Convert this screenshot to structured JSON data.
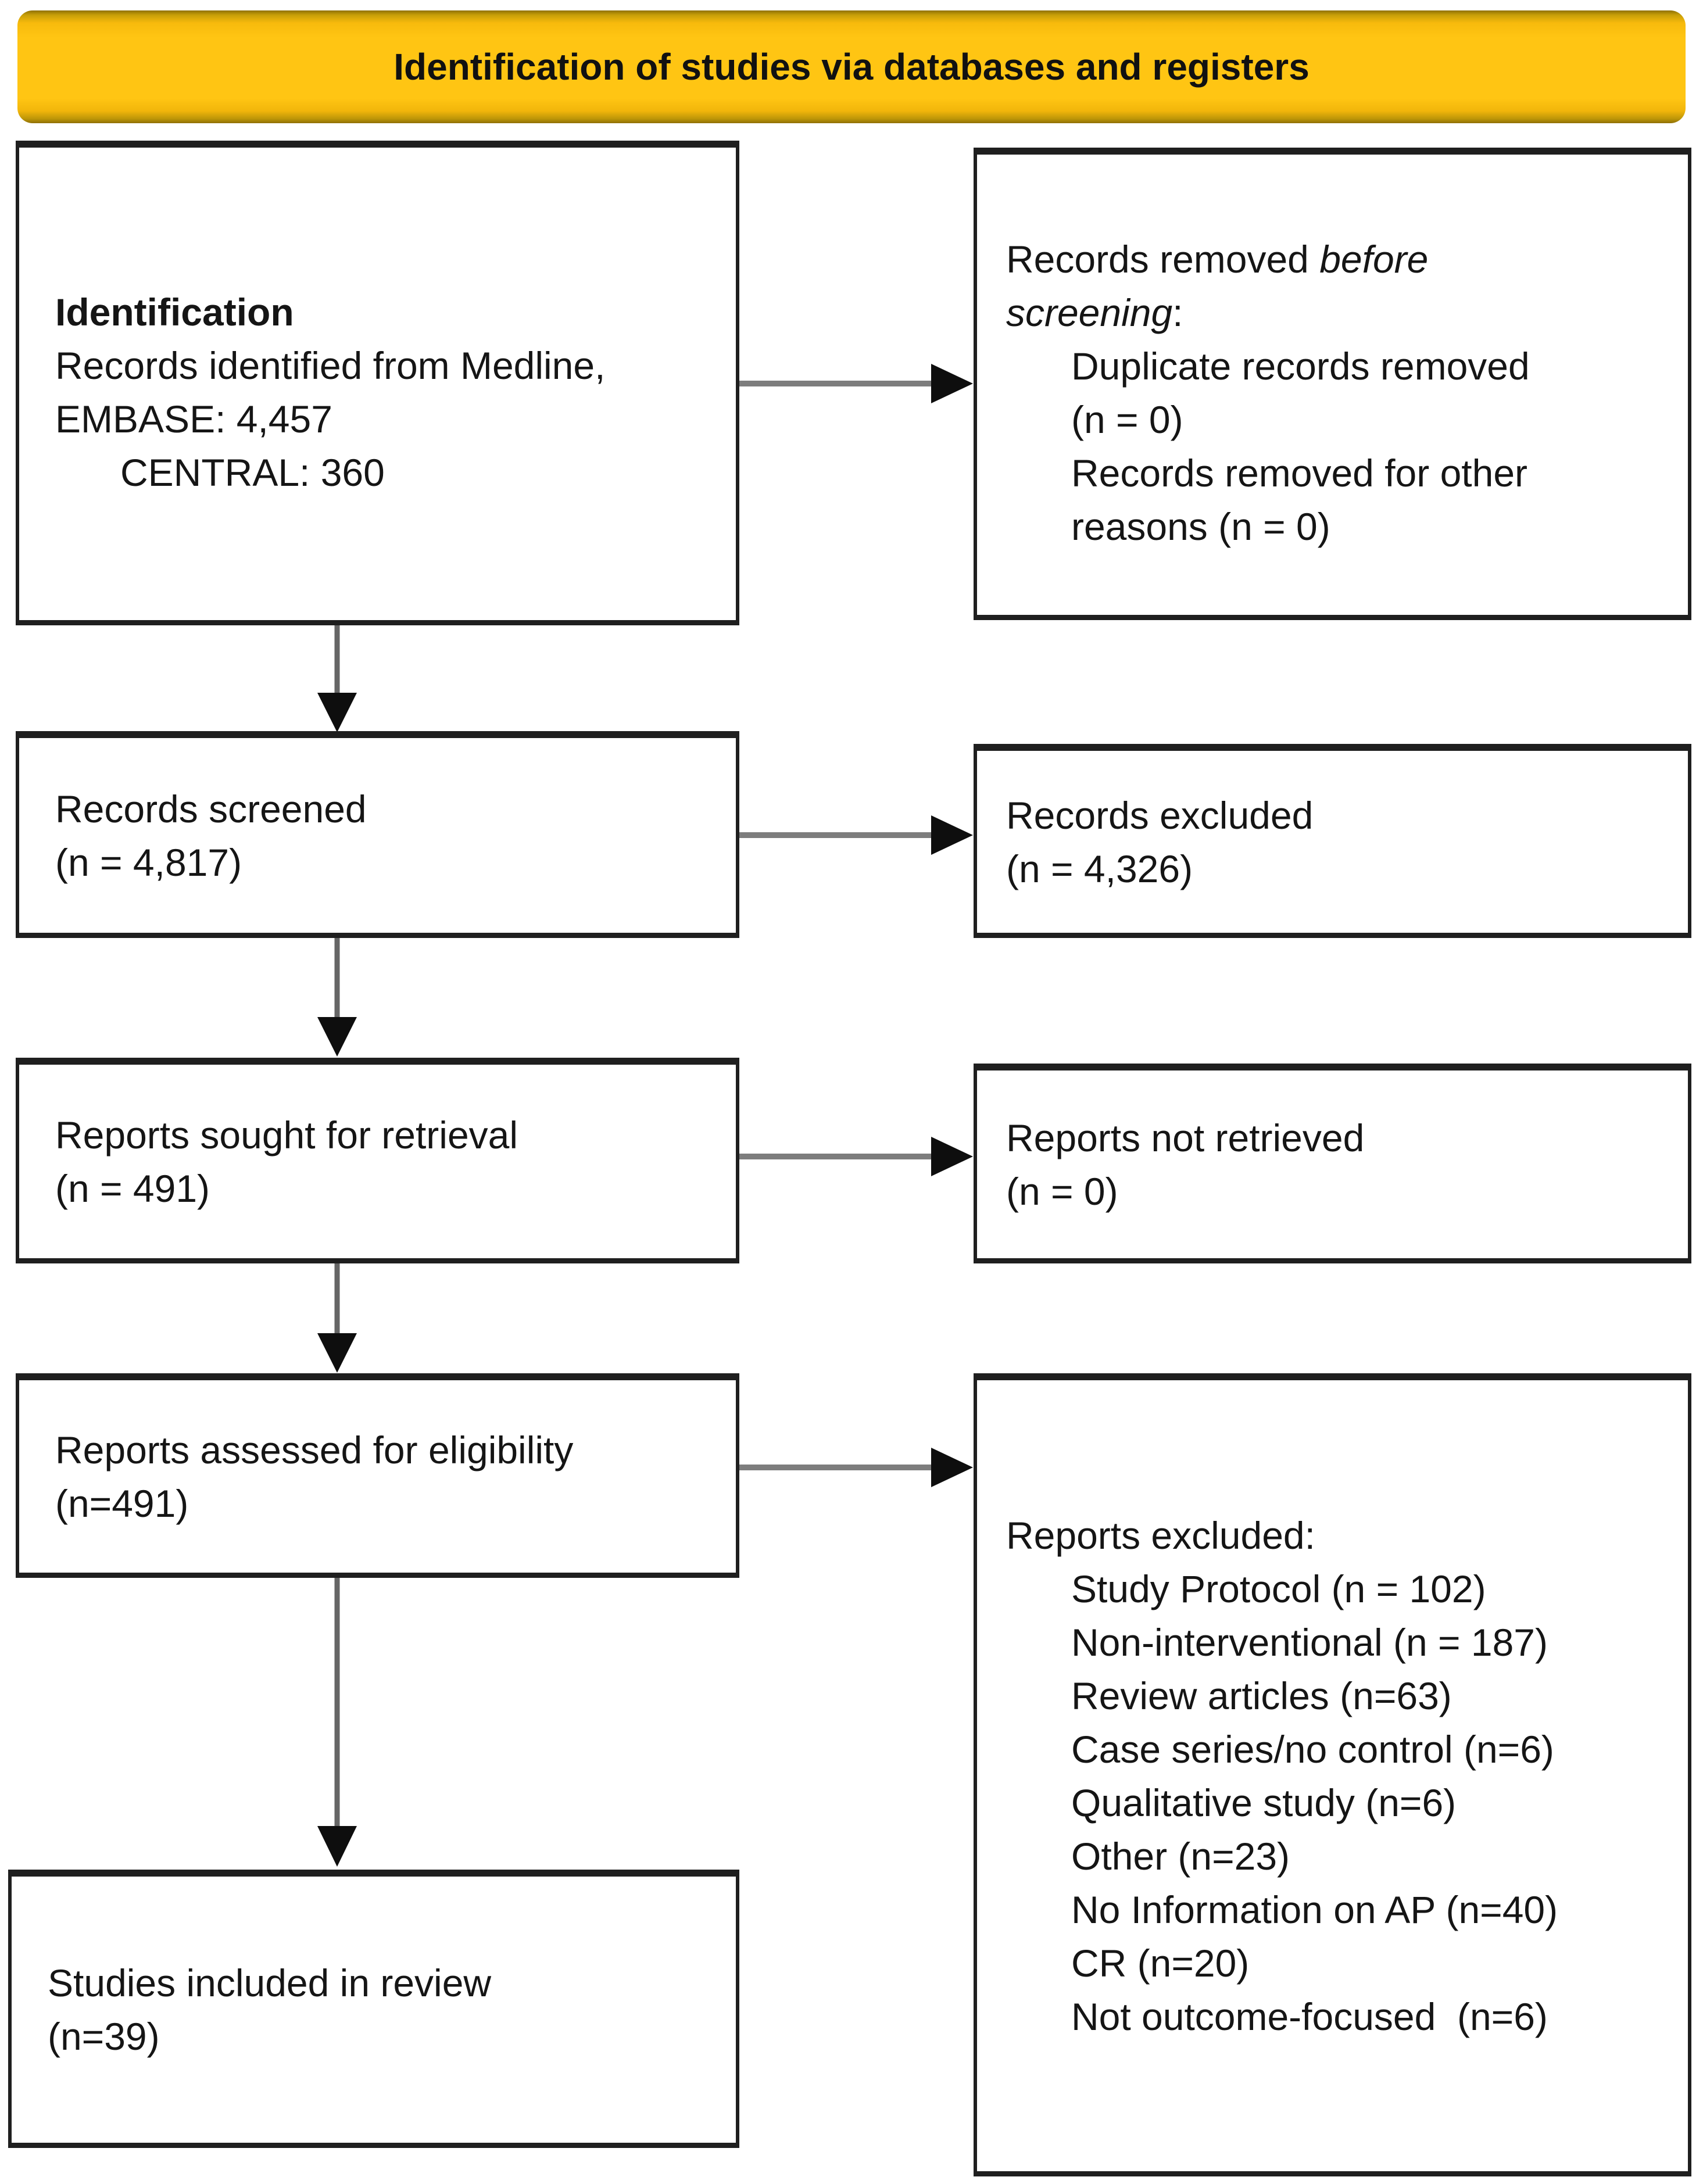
{
  "banner": {
    "title": "Identification of studies via databases and registers",
    "fill": "#FFC513",
    "edge_dark": "#8F7005"
  },
  "flow": {
    "left": [
      {
        "name": "records-identified",
        "heading": "Identification",
        "lines": [
          "Records identified from Medline,",
          "EMBASE: 4,457",
          "CENTRAL: 360"
        ]
      },
      {
        "name": "records-screened",
        "lines": [
          "Records screened",
          "(n = 4,817)"
        ]
      },
      {
        "name": "reports-sought-for-retrieval",
        "lines": [
          "Reports sought for retrieval",
          "(n = 491)"
        ]
      },
      {
        "name": "reports-assessed-for-eligibility",
        "lines": [
          "Reports assessed for eligibility",
          "(n=491)"
        ]
      },
      {
        "name": "studies-included-in-review",
        "lines": [
          "Studies included in review",
          "(n=39)"
        ]
      }
    ],
    "right": [
      {
        "name": "records-removed-before-screening",
        "line1_normal": "Records removed ",
        "line1_italic": "before",
        "line2_italic": "screening",
        "line2_normal": ":",
        "items": [
          "Duplicate records removed",
          "(n = 0)",
          "Records removed for other",
          "reasons (n = 0)"
        ]
      },
      {
        "name": "records-excluded",
        "lines": [
          "Records excluded",
          "(n = 4,326)"
        ]
      },
      {
        "name": "reports-not-retrieved",
        "lines": [
          "Reports not retrieved",
          "(n = 0)"
        ]
      },
      {
        "name": "reports-excluded-reasons",
        "heading": "Reports excluded:",
        "items": [
          "Study Protocol (n = 102)",
          "Non-interventional (n = 187)",
          "Review articles (n=63)",
          "Case series/no control (n=6)",
          "Qualitative study (n=6)",
          "Other (n=23)",
          "No Information on AP (n=40)",
          "CR (n=20)",
          "Not outcome-focused  (n=6)"
        ]
      }
    ]
  },
  "colors": {
    "box_border": "#1F1F1F",
    "text": "#151515",
    "horizontal_line": "#7D7D7D",
    "vertical_line": "#666666",
    "arrowhead": "#0E0E0E",
    "banner_fill": "#FFC513"
  }
}
